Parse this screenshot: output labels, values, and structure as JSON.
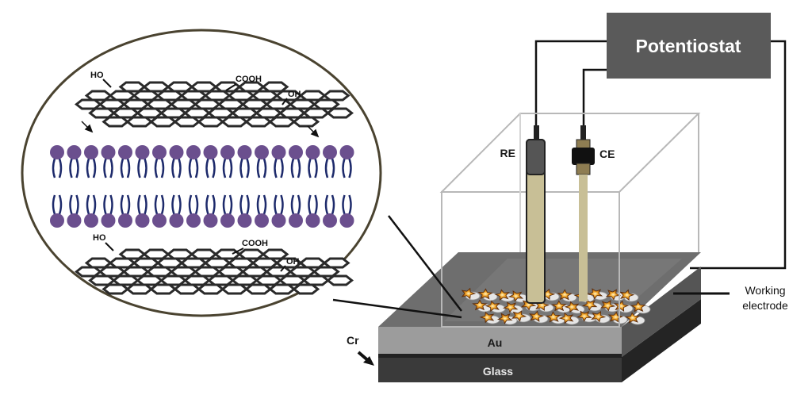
{
  "instrument": {
    "label": "Potentiostat",
    "box_color": "#5a5a5a",
    "text_color": "#ffffff"
  },
  "electrodes": {
    "reference": "RE",
    "counter": "CE",
    "working_line1": "Working",
    "working_line2": "electrode"
  },
  "layers": {
    "gold": "Au",
    "chromium": "Cr",
    "glass": "Glass"
  },
  "graphene_groups": {
    "hydroxyl": "HO",
    "carboxyl": "COOH",
    "hydroxyl_right": "OH"
  },
  "colors": {
    "lipid_head": "#6b4f8e",
    "lipid_tail": "#1d2a6b",
    "circle_border": "#4a4330",
    "gold_layer": "#9c9c9c",
    "glass_layer": "#3a3a3a",
    "electrode_body": "#c8bf96"
  }
}
